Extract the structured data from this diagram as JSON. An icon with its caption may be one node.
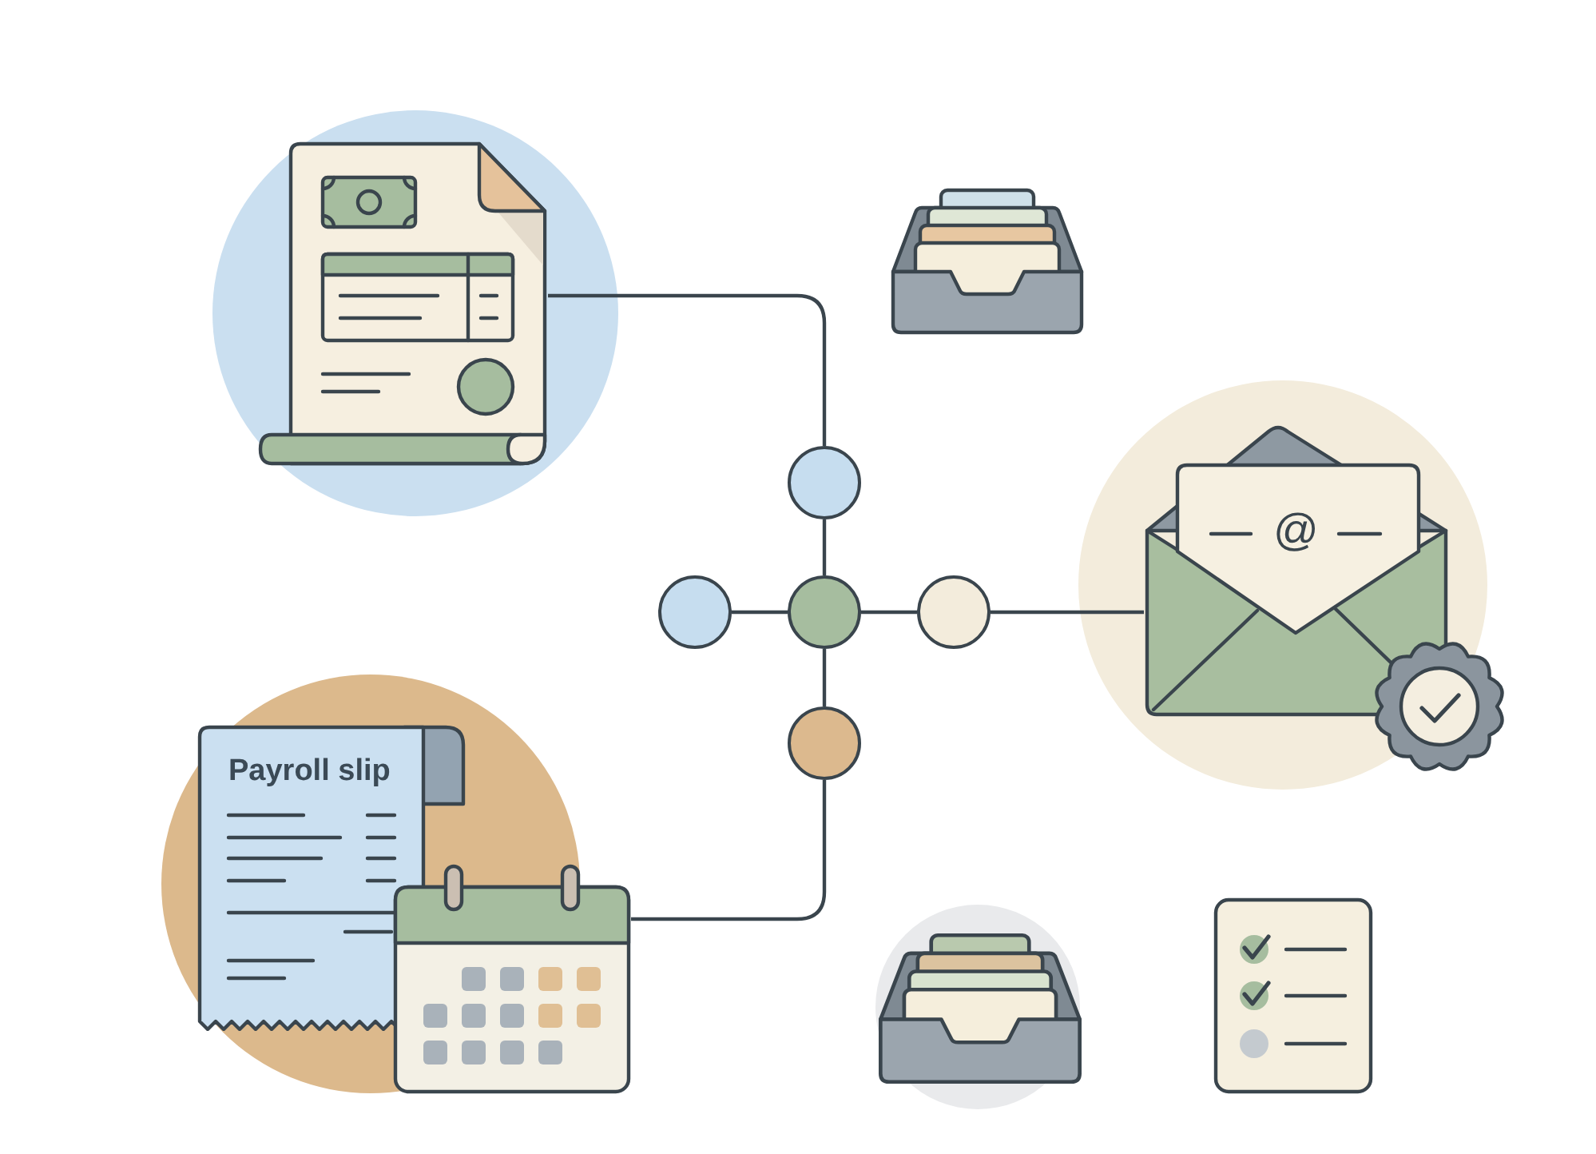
{
  "diagram": {
    "nodes": [
      {
        "text": [],
        "shape": "picture"
      },
      {
        "text": [],
        "shape": "picture"
      },
      {
        "text": [],
        "shape": "circle"
      },
      {
        "text": [],
        "shape": "circle"
      },
      {
        "text": [],
        "shape": "circle"
      },
      {
        "text": [],
        "shape": "circle"
      },
      {
        "text": [],
        "shape": "circle"
      },
      {
        "text": [
          "@"
        ]
      },
      {
        "text": [
          "Payroll slip"
        ]
      },
      {
        "text": [],
        "shape": "picture"
      },
      {
        "text": [],
        "shape": "picture"
      },
      {
        "text": [],
        "shape": "picture"
      }
    ],
    "edges": [
      {
        "from": 0,
        "to": 2,
        "arrow": "none"
      },
      {
        "from": 2,
        "to": 4,
        "arrow": "none"
      },
      {
        "from": 3,
        "to": 4,
        "arrow": "none"
      },
      {
        "from": 4,
        "to": 5,
        "arrow": "none"
      },
      {
        "from": 5,
        "to": 7,
        "arrow": "none"
      },
      {
        "from": 4,
        "to": 6,
        "arrow": "none"
      },
      {
        "from": 6,
        "to": 9,
        "arrow": "none"
      }
    ]
  }
}
